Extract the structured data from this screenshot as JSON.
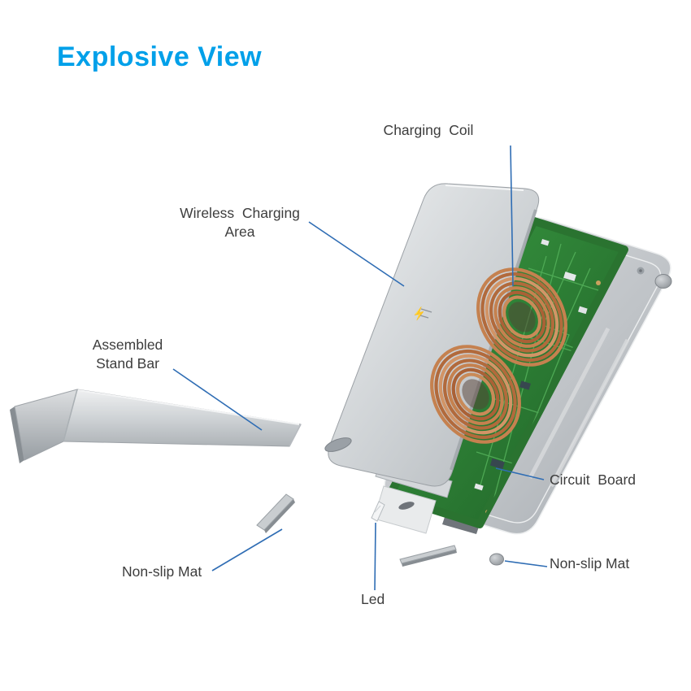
{
  "title": "Explosive View",
  "colors": {
    "accent": "#00a0e9",
    "leader_line": "#2f6db4",
    "label_text": "#3d3d3d",
    "coil_copper": "#c07a4e",
    "pcb_green": "#2f7d36",
    "metal_silver": "#c9cdd1",
    "background": "#ffffff"
  },
  "labels": {
    "charging_coil": "Charging  Coil",
    "wireless_charging_area": "Wireless  Charging\nArea",
    "assembled_stand_bar": "Assembled\nStand Bar",
    "circuit_board": "Circuit  Board",
    "non_slip_mat_left": "Non-slip Mat",
    "led": "Led",
    "non_slip_mat_right": "Non-slip Mat"
  },
  "icons": {
    "charging_area_mark": "⚡"
  }
}
